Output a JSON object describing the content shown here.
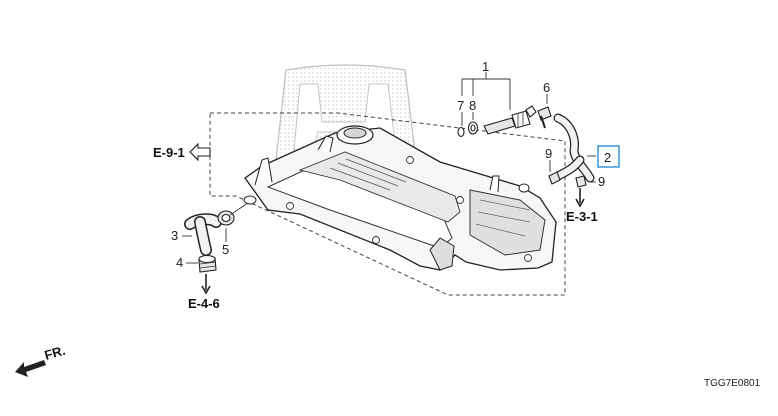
{
  "callouts": {
    "p1": "1",
    "p2": "2",
    "p3": "3",
    "p4": "4",
    "p5": "5",
    "p6": "6",
    "p7": "7",
    "p8": "8",
    "p9a": "9",
    "p9b": "9"
  },
  "references": {
    "e91": "E-9-1",
    "e31": "E-3-1",
    "e46": "E-4-6"
  },
  "front_label": "FR.",
  "diagram_code": "TGG7E0801",
  "colors": {
    "highlight_box": "#2a8fd6",
    "line": "#222222",
    "watermark": "#d9d9d9"
  }
}
